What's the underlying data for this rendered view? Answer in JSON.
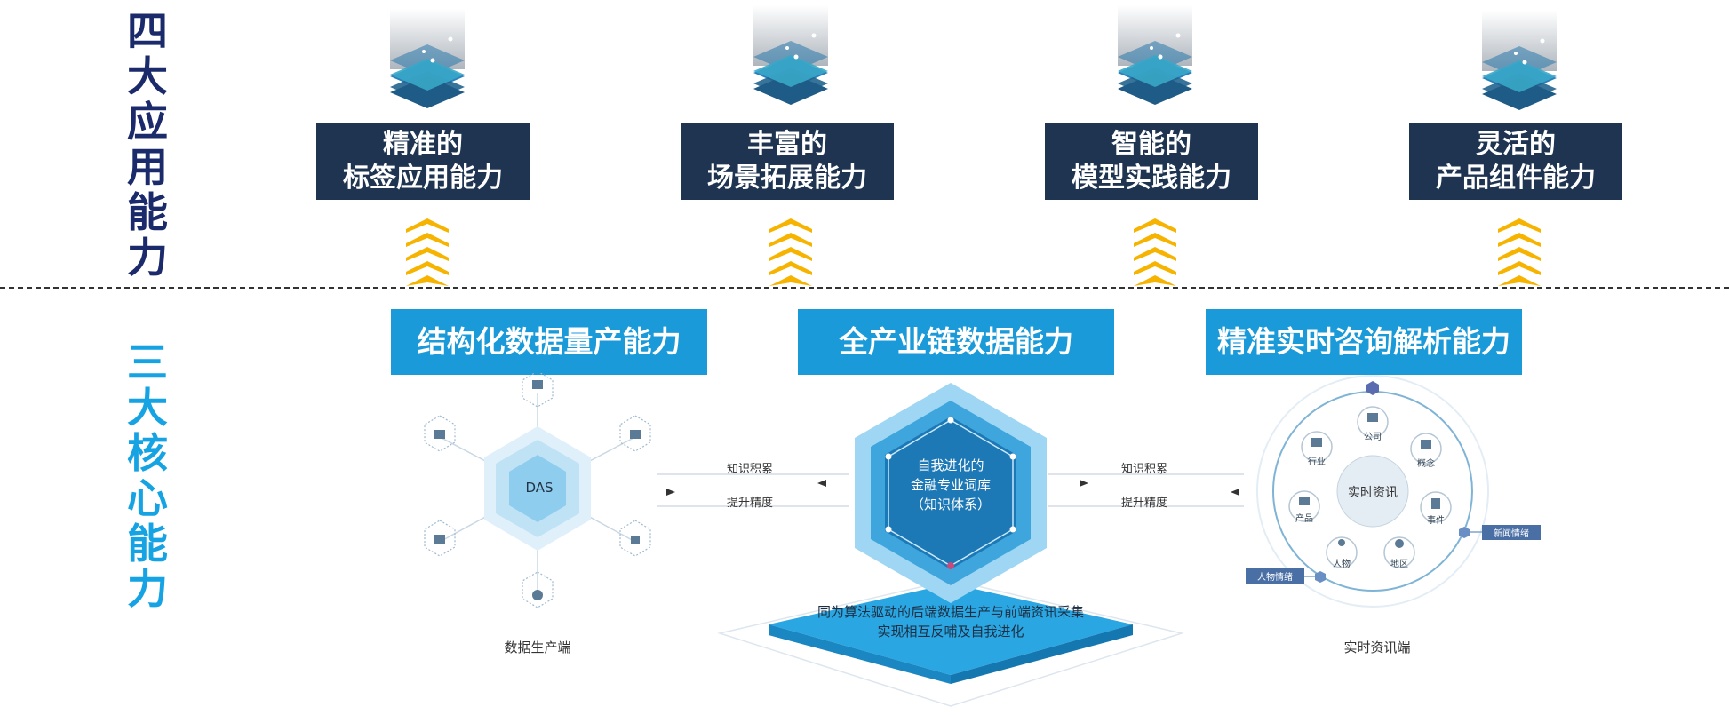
{
  "side_titles": {
    "top": [
      "四",
      "大",
      "应",
      "用",
      "能",
      "力"
    ],
    "bottom": [
      "三",
      "大",
      "核",
      "心",
      "能",
      "力"
    ]
  },
  "app_capabilities": [
    {
      "line1": "精准的",
      "line2": "标签应用能力"
    },
    {
      "line1": "丰富的",
      "line2": "场景拓展能力"
    },
    {
      "line1": "智能的",
      "line2": "模型实践能力"
    },
    {
      "line1": "灵活的",
      "line2": "产品组件能力"
    }
  ],
  "core_capabilities": [
    "结构化数据量产能力",
    "全产业链数据能力",
    "精准实时咨询解析能力"
  ],
  "left_diagram": {
    "center": "DAS",
    "caption": "数据生产端"
  },
  "middle_diagram": {
    "lines": [
      "自我进化的",
      "金融专业词库",
      "（知识体系）"
    ],
    "base_lines": [
      "同为算法驱动的后端数据生产与前端资讯采集",
      "实现相互反哺及自我进化"
    ]
  },
  "flow_labels": {
    "left_top": "知识积累",
    "left_bottom": "提升精度",
    "right_top": "知识积累",
    "right_bottom": "提升精度"
  },
  "right_diagram": {
    "center": "实时资讯",
    "nodes": [
      "公司",
      "概念",
      "事件",
      "地区",
      "人物",
      "产品",
      "行业"
    ],
    "tag_news": "新闻情绪",
    "tag_person": "人物情绪",
    "caption": "实时资讯端"
  },
  "colors": {
    "top_title": "#1b2a6b",
    "bottom_title": "#16a3e3",
    "app_box": "#1e3450",
    "core_box": "#1a9ad8",
    "chevron": "#f6b400"
  }
}
